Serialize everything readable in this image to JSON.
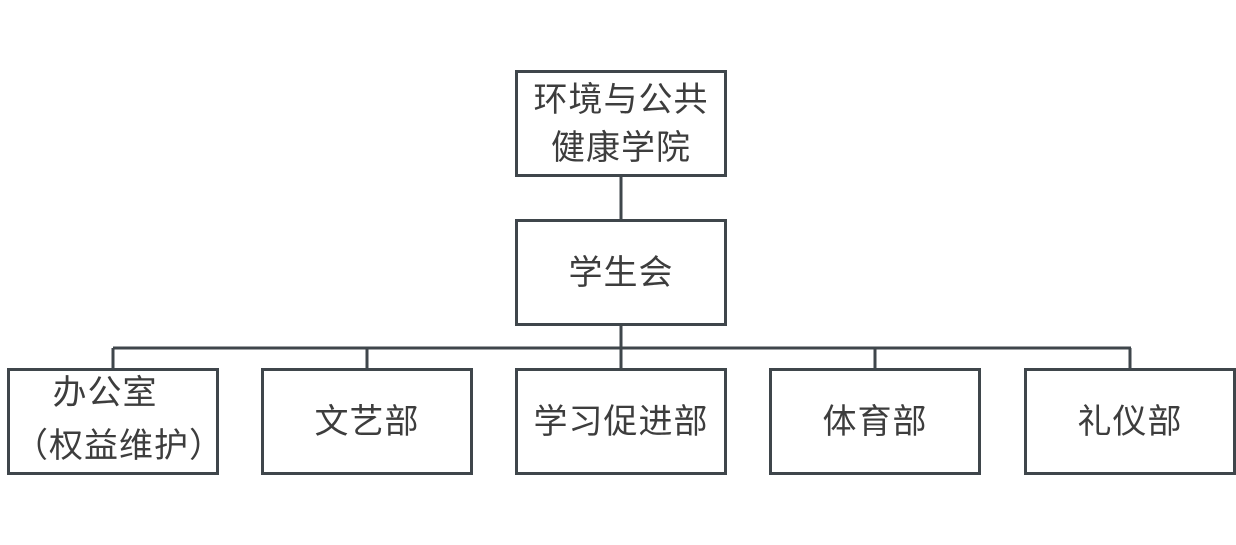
{
  "org_chart": {
    "root": {
      "lines": [
        "环境与公共",
        "健康学院"
      ]
    },
    "student_union": {
      "label": "学生会"
    },
    "departments": [
      {
        "lines": [
          "办公室",
          "（权益维护）"
        ]
      },
      {
        "label": "文艺部"
      },
      {
        "label": "学习促进部"
      },
      {
        "label": "体育部"
      },
      {
        "label": "礼仪部"
      }
    ]
  },
  "colors": {
    "line": "#3f464b",
    "text": "#3d3d3d",
    "background": "#ffffff"
  }
}
